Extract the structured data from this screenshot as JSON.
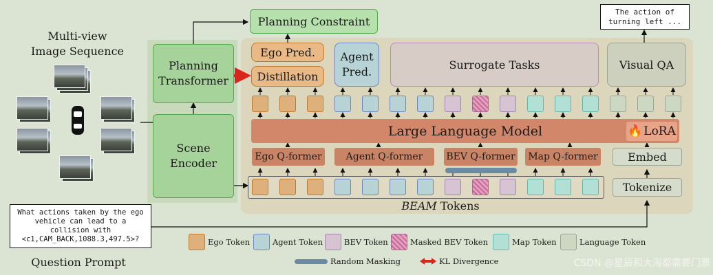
{
  "left": {
    "title_line1": "Multi-view",
    "title_line2": "Image Sequence",
    "question": "What actions taken by the ego vehicle can lead to a collision with <c1,CAM_BACK,1088.3,497.5>?",
    "question_label": "Question Prompt"
  },
  "scene_encoder": "Scene Encoder",
  "planning_transformer": "Planning Transformer",
  "planning_constraint": "Planning Constraint",
  "answer": "The action of turning left ...",
  "heads": {
    "ego_pred": "Ego Pred.",
    "distillation": "Distillation",
    "agent_pred": "Agent Pred.",
    "surrogate": "Surrogate Tasks",
    "vqa": "Visual QA"
  },
  "llm": "Large Language Model",
  "lora": "LoRA",
  "qformers": {
    "ego": "Ego Q-former",
    "agent": "Agent Q-former",
    "bev": "BEV Q-former",
    "map": "Map Q-former"
  },
  "embed": "Embed",
  "tokenize": "Tokenize",
  "beam_tokens_em": "BEAM",
  "beam_tokens_rest": "Tokens",
  "legend": {
    "ego": "Ego Token",
    "agent": "Agent Token",
    "bev": "BEV Token",
    "masked_bev": "Masked BEV Token",
    "map": "Map Token",
    "language": "Language Token",
    "random_masking": "Random Masking",
    "kl": "KL Divergence"
  },
  "watermark": "CSDN @星辰和大海都需要门票",
  "colors": {
    "ego": "#deb07c",
    "agent": "#b7d3d6",
    "bev": "#d6c4d2",
    "map": "#b3e0d5",
    "language": "#cdd8c2",
    "llm": "#d2876a",
    "green": "#8cc98a"
  }
}
